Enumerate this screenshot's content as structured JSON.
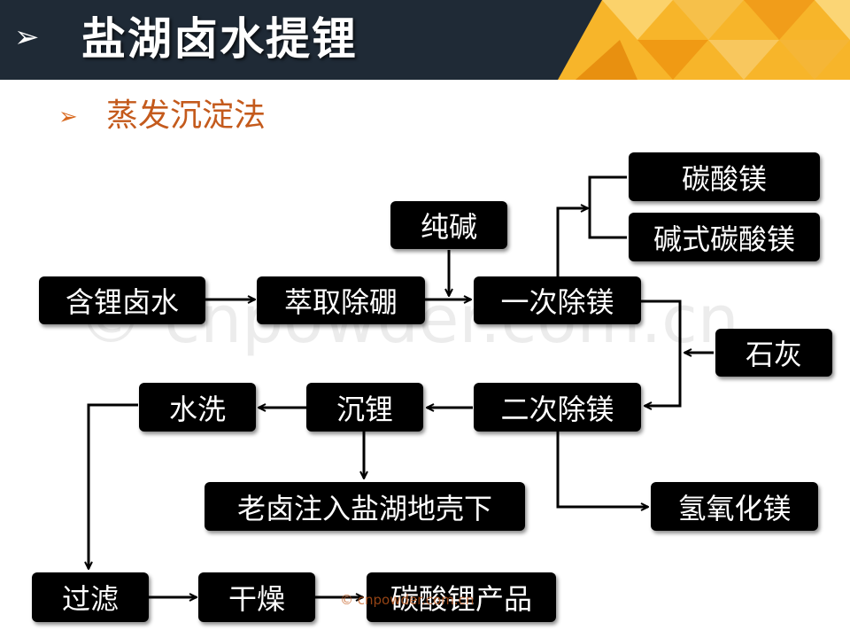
{
  "header": {
    "arrow": "➢",
    "title": "盐湖卤水提锂"
  },
  "subtitle": {
    "arrow": "➢",
    "text": "蒸发沉淀法"
  },
  "nodes": {
    "brine": "含锂卤水",
    "boron": "萃取除硼",
    "soda": "纯碱",
    "mg1": "一次除镁",
    "mgco3": "碳酸镁",
    "basic_mgco3": "碱式碳酸镁",
    "lime": "石灰",
    "mg2": "二次除镁",
    "li_precip": "沉锂",
    "wash": "水洗",
    "old_brine": "老卤注入盐湖地壳下",
    "mgoh": "氢氧化镁",
    "filter": "过滤",
    "dry": "干燥",
    "product": "碳酸锂产品"
  },
  "watermark": {
    "large": "© cnpowder.com.cn",
    "small": "© cnpowder.com.cn"
  },
  "colors": {
    "header_bg": "#1f2a36",
    "accent": "#c45a1c",
    "box_bg": "#000000",
    "deco_gold": "#f4a81c"
  }
}
